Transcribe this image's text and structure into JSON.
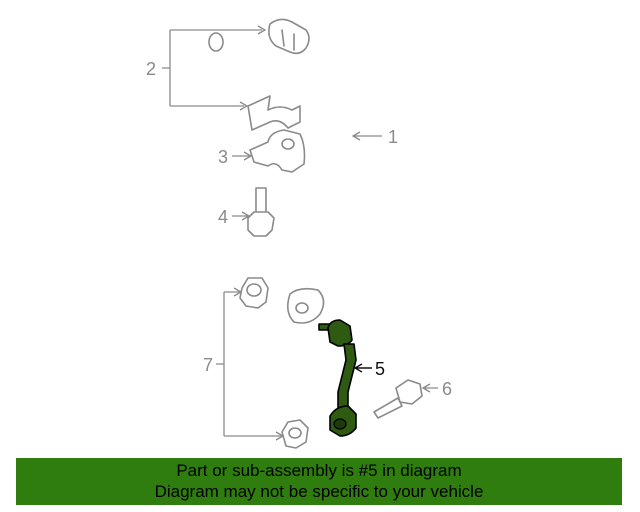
{
  "callouts": {
    "c1": "1",
    "c2": "2",
    "c3": "3",
    "c4": "4",
    "c5": "5",
    "c6": "6",
    "c7": "7"
  },
  "highlighted_part": "5",
  "colors": {
    "highlight_part": "#2e5a12",
    "banner_background": "#2f7d0e",
    "line_art": "#8a8a8a"
  },
  "banner": {
    "line1": "Part or sub-assembly is #5 in diagram",
    "line2": "Diagram may not be specific to your vehicle"
  }
}
